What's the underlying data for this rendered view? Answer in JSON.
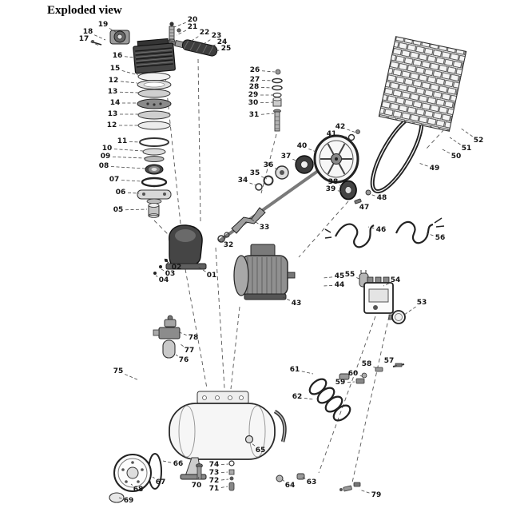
{
  "title": "Exploded view",
  "diagram": {
    "description": "Air compressor exploded parts view with numbered callouts",
    "parts": [
      {
        "n": "19",
        "l": [
          129,
          31
        ],
        "t": [
          152,
          44
        ]
      },
      {
        "n": "18",
        "l": [
          110,
          40
        ],
        "t": [
          132,
          50
        ]
      },
      {
        "n": "17",
        "l": [
          105,
          49
        ],
        "t": [
          124,
          57
        ]
      },
      {
        "n": "20",
        "l": [
          241,
          25
        ],
        "t": [
          218,
          34
        ]
      },
      {
        "n": "21",
        "l": [
          241,
          34
        ],
        "t": [
          221,
          44
        ]
      },
      {
        "n": "22",
        "l": [
          256,
          41
        ],
        "t": [
          238,
          52
        ]
      },
      {
        "n": "23",
        "l": [
          271,
          45
        ],
        "t": [
          253,
          56
        ]
      },
      {
        "n": "24",
        "l": [
          278,
          53
        ],
        "t": [
          259,
          60
        ]
      },
      {
        "n": "25",
        "l": [
          283,
          61
        ],
        "t": [
          265,
          65
        ]
      },
      {
        "n": "16",
        "l": [
          147,
          70
        ],
        "t": [
          170,
          72
        ]
      },
      {
        "n": "15",
        "l": [
          144,
          86
        ],
        "t": [
          173,
          94
        ]
      },
      {
        "n": "12",
        "l": [
          142,
          101
        ],
        "t": [
          172,
          104
        ]
      },
      {
        "n": "13",
        "l": [
          141,
          115
        ],
        "t": [
          173,
          116
        ]
      },
      {
        "n": "14",
        "l": [
          144,
          129
        ],
        "t": [
          172,
          129
        ]
      },
      {
        "n": "13",
        "l": [
          141,
          143
        ],
        "t": [
          173,
          143
        ]
      },
      {
        "n": "12",
        "l": [
          140,
          157
        ],
        "t": [
          173,
          157
        ]
      },
      {
        "n": "11",
        "l": [
          153,
          177
        ],
        "t": [
          175,
          178
        ]
      },
      {
        "n": "10",
        "l": [
          134,
          186
        ],
        "t": [
          179,
          189
        ]
      },
      {
        "n": "09",
        "l": [
          132,
          196
        ],
        "t": [
          181,
          198
        ]
      },
      {
        "n": "08",
        "l": [
          130,
          208
        ],
        "t": [
          182,
          211
        ]
      },
      {
        "n": "07",
        "l": [
          143,
          225
        ],
        "t": [
          178,
          227
        ]
      },
      {
        "n": "06",
        "l": [
          151,
          241
        ],
        "t": [
          174,
          242
        ]
      },
      {
        "n": "05",
        "l": [
          148,
          263
        ],
        "t": [
          184,
          262
        ]
      },
      {
        "n": "26",
        "l": [
          319,
          88
        ],
        "t": [
          344,
          90
        ]
      },
      {
        "n": "27",
        "l": [
          319,
          100
        ],
        "t": [
          341,
          101
        ]
      },
      {
        "n": "28",
        "l": [
          318,
          109
        ],
        "t": [
          341,
          110
        ]
      },
      {
        "n": "29",
        "l": [
          317,
          119
        ],
        "t": [
          342,
          119
        ]
      },
      {
        "n": "30",
        "l": [
          317,
          129
        ],
        "t": [
          342,
          128
        ]
      },
      {
        "n": "31",
        "l": [
          318,
          144
        ],
        "t": [
          343,
          142
        ]
      },
      {
        "n": "42",
        "l": [
          426,
          159
        ],
        "t": [
          446,
          166
        ]
      },
      {
        "n": "41",
        "l": [
          415,
          168
        ],
        "t": [
          437,
          172
        ]
      },
      {
        "n": "40",
        "l": [
          378,
          183
        ],
        "t": [
          398,
          191
        ]
      },
      {
        "n": "37",
        "l": [
          358,
          196
        ],
        "t": [
          376,
          203
        ]
      },
      {
        "n": "36",
        "l": [
          336,
          207
        ],
        "t": [
          350,
          213
        ]
      },
      {
        "n": "35",
        "l": [
          319,
          217
        ],
        "t": [
          334,
          224
        ]
      },
      {
        "n": "34",
        "l": [
          304,
          226
        ],
        "t": [
          321,
          232
        ]
      },
      {
        "n": "38",
        "l": [
          417,
          228
        ],
        "t": [
          430,
          234
        ]
      },
      {
        "n": "39",
        "l": [
          414,
          237
        ],
        "t": [
          429,
          240
        ]
      },
      {
        "n": "48",
        "l": [
          478,
          248
        ],
        "t": [
          463,
          243
        ]
      },
      {
        "n": "47",
        "l": [
          456,
          260
        ],
        "t": [
          449,
          254
        ]
      },
      {
        "n": "46",
        "l": [
          477,
          288
        ],
        "t": [
          461,
          284
        ]
      },
      {
        "n": "49",
        "l": [
          544,
          211
        ],
        "t": [
          524,
          204
        ]
      },
      {
        "n": "50",
        "l": [
          571,
          196
        ],
        "t": [
          552,
          186
        ]
      },
      {
        "n": "51",
        "l": [
          584,
          186
        ],
        "t": [
          563,
          172
        ]
      },
      {
        "n": "52",
        "l": [
          599,
          176
        ],
        "t": [
          576,
          160
        ]
      },
      {
        "n": "56",
        "l": [
          551,
          298
        ],
        "t": [
          534,
          292
        ]
      },
      {
        "n": "33",
        "l": [
          331,
          285
        ],
        "t": [
          314,
          274
        ]
      },
      {
        "n": "32",
        "l": [
          286,
          307
        ],
        "t": [
          278,
          301
        ]
      },
      {
        "n": "02",
        "l": [
          221,
          335
        ],
        "t": [
          209,
          329
        ]
      },
      {
        "n": "03",
        "l": [
          213,
          343
        ],
        "t": [
          202,
          337
        ]
      },
      {
        "n": "04",
        "l": [
          205,
          351
        ],
        "t": [
          195,
          345
        ]
      },
      {
        "n": "01",
        "l": [
          265,
          345
        ],
        "t": [
          248,
          334
        ]
      },
      {
        "n": "45",
        "l": [
          425,
          346
        ],
        "t": [
          404,
          348
        ]
      },
      {
        "n": "44",
        "l": [
          425,
          357
        ],
        "t": [
          404,
          358
        ]
      },
      {
        "n": "55",
        "l": [
          438,
          344
        ],
        "t": [
          452,
          350
        ]
      },
      {
        "n": "54",
        "l": [
          495,
          351
        ],
        "t": [
          480,
          358
        ]
      },
      {
        "n": "53",
        "l": [
          528,
          379
        ],
        "t": [
          506,
          394
        ]
      },
      {
        "n": "43",
        "l": [
          371,
          380
        ],
        "t": [
          354,
          372
        ]
      },
      {
        "n": "78",
        "l": [
          242,
          423
        ],
        "t": [
          222,
          415
        ]
      },
      {
        "n": "77",
        "l": [
          237,
          439
        ],
        "t": [
          226,
          431
        ]
      },
      {
        "n": "76",
        "l": [
          230,
          451
        ],
        "t": [
          220,
          444
        ]
      },
      {
        "n": "75",
        "l": [
          148,
          465
        ],
        "t": [
          174,
          476
        ]
      },
      {
        "n": "61",
        "l": [
          369,
          463
        ],
        "t": [
          392,
          468
        ]
      },
      {
        "n": "58",
        "l": [
          459,
          456
        ],
        "t": [
          472,
          461
        ]
      },
      {
        "n": "57",
        "l": [
          487,
          452
        ],
        "t": [
          497,
          458
        ]
      },
      {
        "n": "60",
        "l": [
          442,
          468
        ],
        "t": [
          453,
          471
        ]
      },
      {
        "n": "59",
        "l": [
          426,
          479
        ],
        "t": [
          444,
          478
        ]
      },
      {
        "n": "62",
        "l": [
          372,
          497
        ],
        "t": [
          392,
          500
        ]
      },
      {
        "n": "65",
        "l": [
          326,
          564
        ],
        "t": [
          314,
          554
        ]
      },
      {
        "n": "66",
        "l": [
          223,
          581
        ],
        "t": [
          204,
          577
        ]
      },
      {
        "n": "67",
        "l": [
          201,
          604
        ],
        "t": [
          191,
          597
        ]
      },
      {
        "n": "68",
        "l": [
          173,
          613
        ],
        "t": [
          164,
          606
        ]
      },
      {
        "n": "69",
        "l": [
          161,
          627
        ],
        "t": [
          149,
          623
        ]
      },
      {
        "n": "70",
        "l": [
          246,
          608
        ],
        "t": [
          249,
          597
        ]
      },
      {
        "n": "74",
        "l": [
          268,
          582
        ],
        "t": [
          286,
          581
        ]
      },
      {
        "n": "73",
        "l": [
          268,
          592
        ],
        "t": [
          285,
          591
        ]
      },
      {
        "n": "72",
        "l": [
          268,
          602
        ],
        "t": [
          286,
          600
        ]
      },
      {
        "n": "71",
        "l": [
          268,
          612
        ],
        "t": [
          285,
          609
        ]
      },
      {
        "n": "64",
        "l": [
          363,
          608
        ],
        "t": [
          353,
          600
        ]
      },
      {
        "n": "63",
        "l": [
          390,
          604
        ],
        "t": [
          378,
          597
        ]
      },
      {
        "n": "79",
        "l": [
          471,
          620
        ],
        "t": [
          450,
          613
        ]
      }
    ]
  }
}
